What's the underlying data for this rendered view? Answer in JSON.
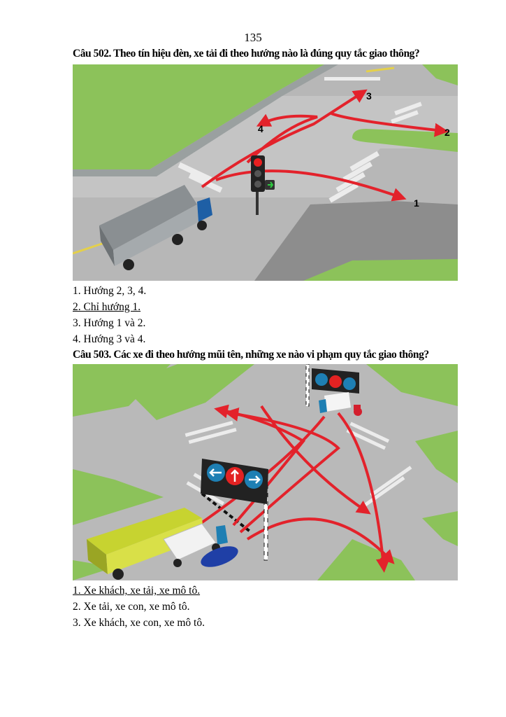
{
  "page_number": "135",
  "questions": [
    {
      "title": "Câu 502. Theo tín hiệu đèn, xe tải đi theo hướng nào là đúng quy tắc giao thông?",
      "direction_labels": [
        "1",
        "2",
        "3",
        "4"
      ],
      "answers": [
        "1. Hướng 2, 3, 4.",
        "2. Chỉ hướng 1.",
        "3. Hướng 1 và 2.",
        "4. Hướng 3 và 4."
      ],
      "underlined_answer_index": 1
    },
    {
      "title": "Câu 503. Các xe đi theo hướng mũi tên, những xe nào vi phạm quy tắc giao thông?",
      "answers": [
        "1. Xe khách, xe tải, xe mô tô.",
        "2. Xe tải, xe con, xe mô tô.",
        "3. Xe khách, xe con, xe mô tô."
      ],
      "underlined_answer_index": 0
    }
  ],
  "colors": {
    "road": "#b9b9b9",
    "grass": "#8bc25a",
    "arrow": "#e3222b",
    "sign_blue": "#1e7fb3",
    "truck_cab": "#1e5fa5",
    "bus": "#c7d330"
  }
}
